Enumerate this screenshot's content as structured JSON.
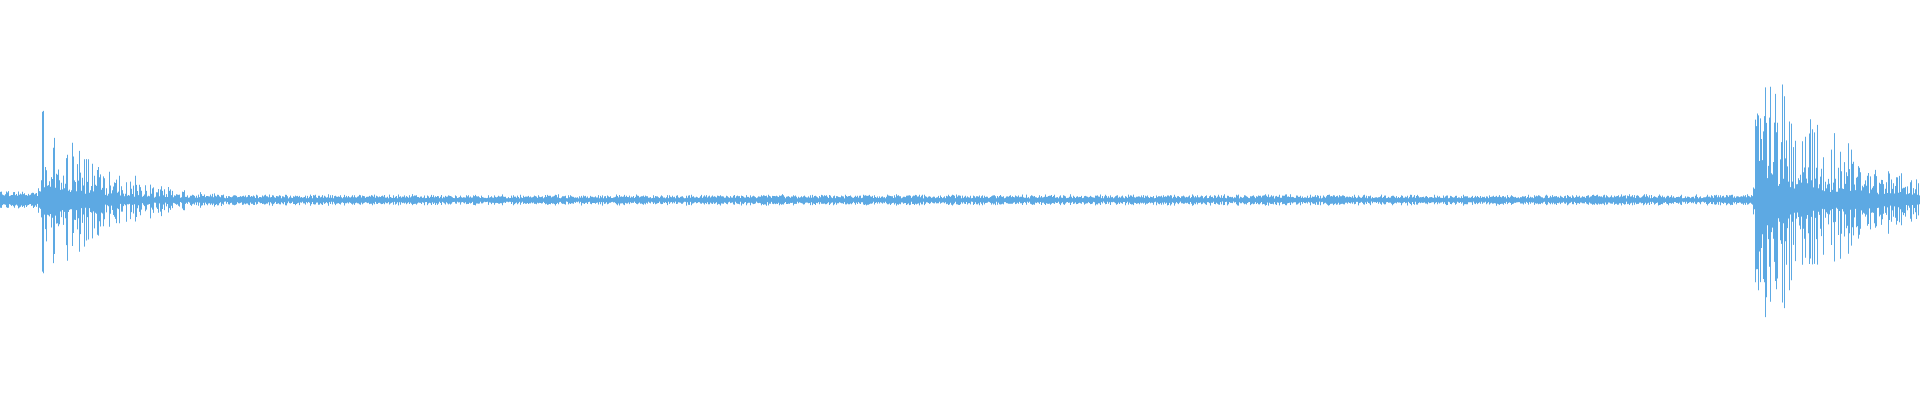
{
  "waveform": {
    "color": "#5DA9E3",
    "background": "#ffffff",
    "description_visible_text": "",
    "events": [
      {
        "name": "early-burst",
        "position_fraction": 0.021,
        "peak_amplitude": 0.6,
        "decay": 0.035
      },
      {
        "name": "late-burst",
        "position_fraction": 0.914,
        "peak_amplitude": 1.0,
        "decay": 0.045
      }
    ],
    "baseline_amplitude": 0.035
  }
}
